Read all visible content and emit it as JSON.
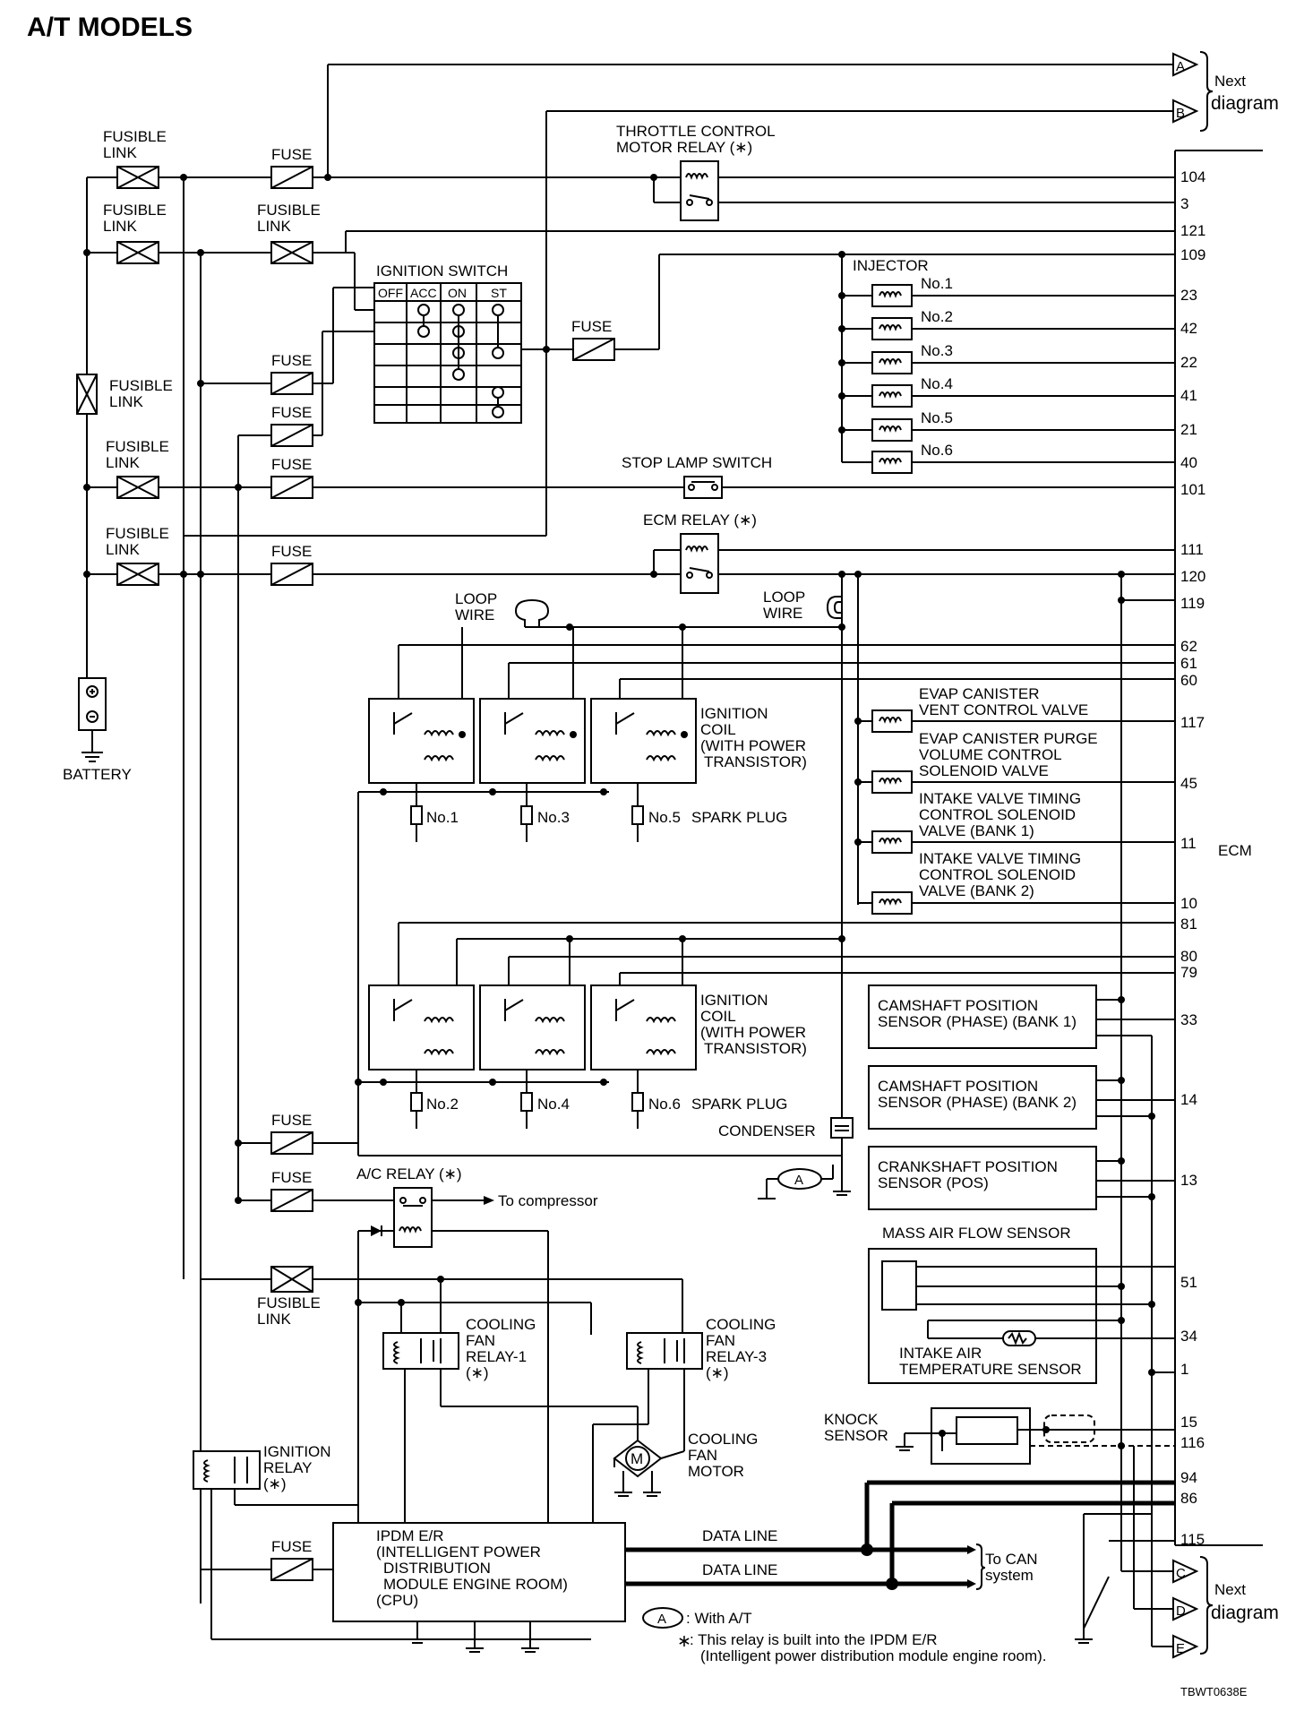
{
  "title": "A/T MODELS",
  "figure_code": "TBWT0638E",
  "ecm_label": "ECM",
  "next_diagram": {
    "next": "Next",
    "diagram": "diagram",
    "top_connectors": [
      "A",
      "B"
    ],
    "bottom_connectors": [
      "C",
      "D",
      "E"
    ]
  },
  "power": {
    "fusible_link": [
      "FUSIBLE",
      "LINK"
    ],
    "fuse": "FUSE",
    "battery": "BATTERY"
  },
  "throttle_relay": [
    "THROTTLE CONTROL",
    "MOTOR RELAY (∗)"
  ],
  "ignition_switch": {
    "title": "IGNITION SWITCH",
    "positions": [
      "OFF",
      "ACC",
      "ON",
      "ST"
    ]
  },
  "injector": {
    "title": "INJECTOR",
    "items": [
      "No.1",
      "No.2",
      "No.3",
      "No.4",
      "No.5",
      "No.6"
    ]
  },
  "stop_lamp_switch": "STOP LAMP SWITCH",
  "ecm_relay": "ECM RELAY (∗)",
  "loop_wire": [
    "LOOP",
    "WIRE"
  ],
  "ignition_coil": [
    "IGNITION",
    "COIL",
    "(WITH POWER",
    "TRANSISTOR)"
  ],
  "spark_plugs_top": [
    "No.1",
    "No.3",
    "No.5"
  ],
  "spark_plugs_bottom": [
    "No.2",
    "No.4",
    "No.6"
  ],
  "spark_plug_label": "SPARK PLUG",
  "condenser": "CONDENSER",
  "ecm_right_components": {
    "evap_vent": [
      "EVAP CANISTER",
      "VENT CONTROL VALVE"
    ],
    "evap_purge": [
      "EVAP CANISTER PURGE",
      "VOLUME CONTROL",
      "SOLENOID VALVE"
    ],
    "ivt_bank1": [
      "INTAKE VALVE TIMING",
      "CONTROL SOLENOID",
      "VALVE (BANK 1)"
    ],
    "ivt_bank2": [
      "INTAKE VALVE TIMING",
      "CONTROL SOLENOID",
      "VALVE (BANK 2)"
    ]
  },
  "sensors": {
    "cmp_bank1": [
      "CAMSHAFT POSITION",
      "SENSOR (PHASE) (BANK 1)"
    ],
    "cmp_bank2": [
      "CAMSHAFT POSITION",
      "SENSOR (PHASE) (BANK 2)"
    ],
    "ckp": [
      "CRANKSHAFT POSITION",
      "SENSOR (POS)"
    ],
    "maf": "MASS AIR FLOW SENSOR",
    "iat": [
      "INTAKE AIR",
      "TEMPERATURE SENSOR"
    ],
    "knock": [
      "KNOCK",
      "SENSOR"
    ]
  },
  "ac_relay": "A/C RELAY (∗)",
  "to_compressor": "To compressor",
  "cooling_fan_relay_1": [
    "COOLING",
    "FAN",
    "RELAY-1",
    "(∗)"
  ],
  "cooling_fan_relay_3": [
    "COOLING",
    "FAN",
    "RELAY-3",
    "(∗)"
  ],
  "cooling_fan_motor": [
    "COOLING",
    "FAN",
    "MOTOR"
  ],
  "ignition_relay": [
    "IGNITION",
    "RELAY",
    "(∗)"
  ],
  "ipdm": [
    "IPDM E/R",
    "(INTELLIGENT POWER",
    "DISTRIBUTION",
    "MODULE ENGINE ROOM)",
    "(CPU)"
  ],
  "data_line": "DATA LINE",
  "to_can": [
    "To CAN",
    "system"
  ],
  "notes": {
    "circle_a": "A",
    "with_at": ": With A/T",
    "star": "∗",
    "relay_note": ": This relay is built into the IPDM E/R",
    "relay_note_2": "(Intelligent power distribution module engine room)."
  },
  "ecm_pins": [
    "104",
    "3",
    "121",
    "109",
    "23",
    "42",
    "22",
    "41",
    "21",
    "40",
    "101",
    "111",
    "120",
    "119",
    "62",
    "61",
    "60",
    "117",
    "45",
    "11",
    "10",
    "81",
    "80",
    "79",
    "33",
    "14",
    "13",
    "51",
    "34",
    "1",
    "15",
    "116",
    "94",
    "86",
    "115"
  ]
}
